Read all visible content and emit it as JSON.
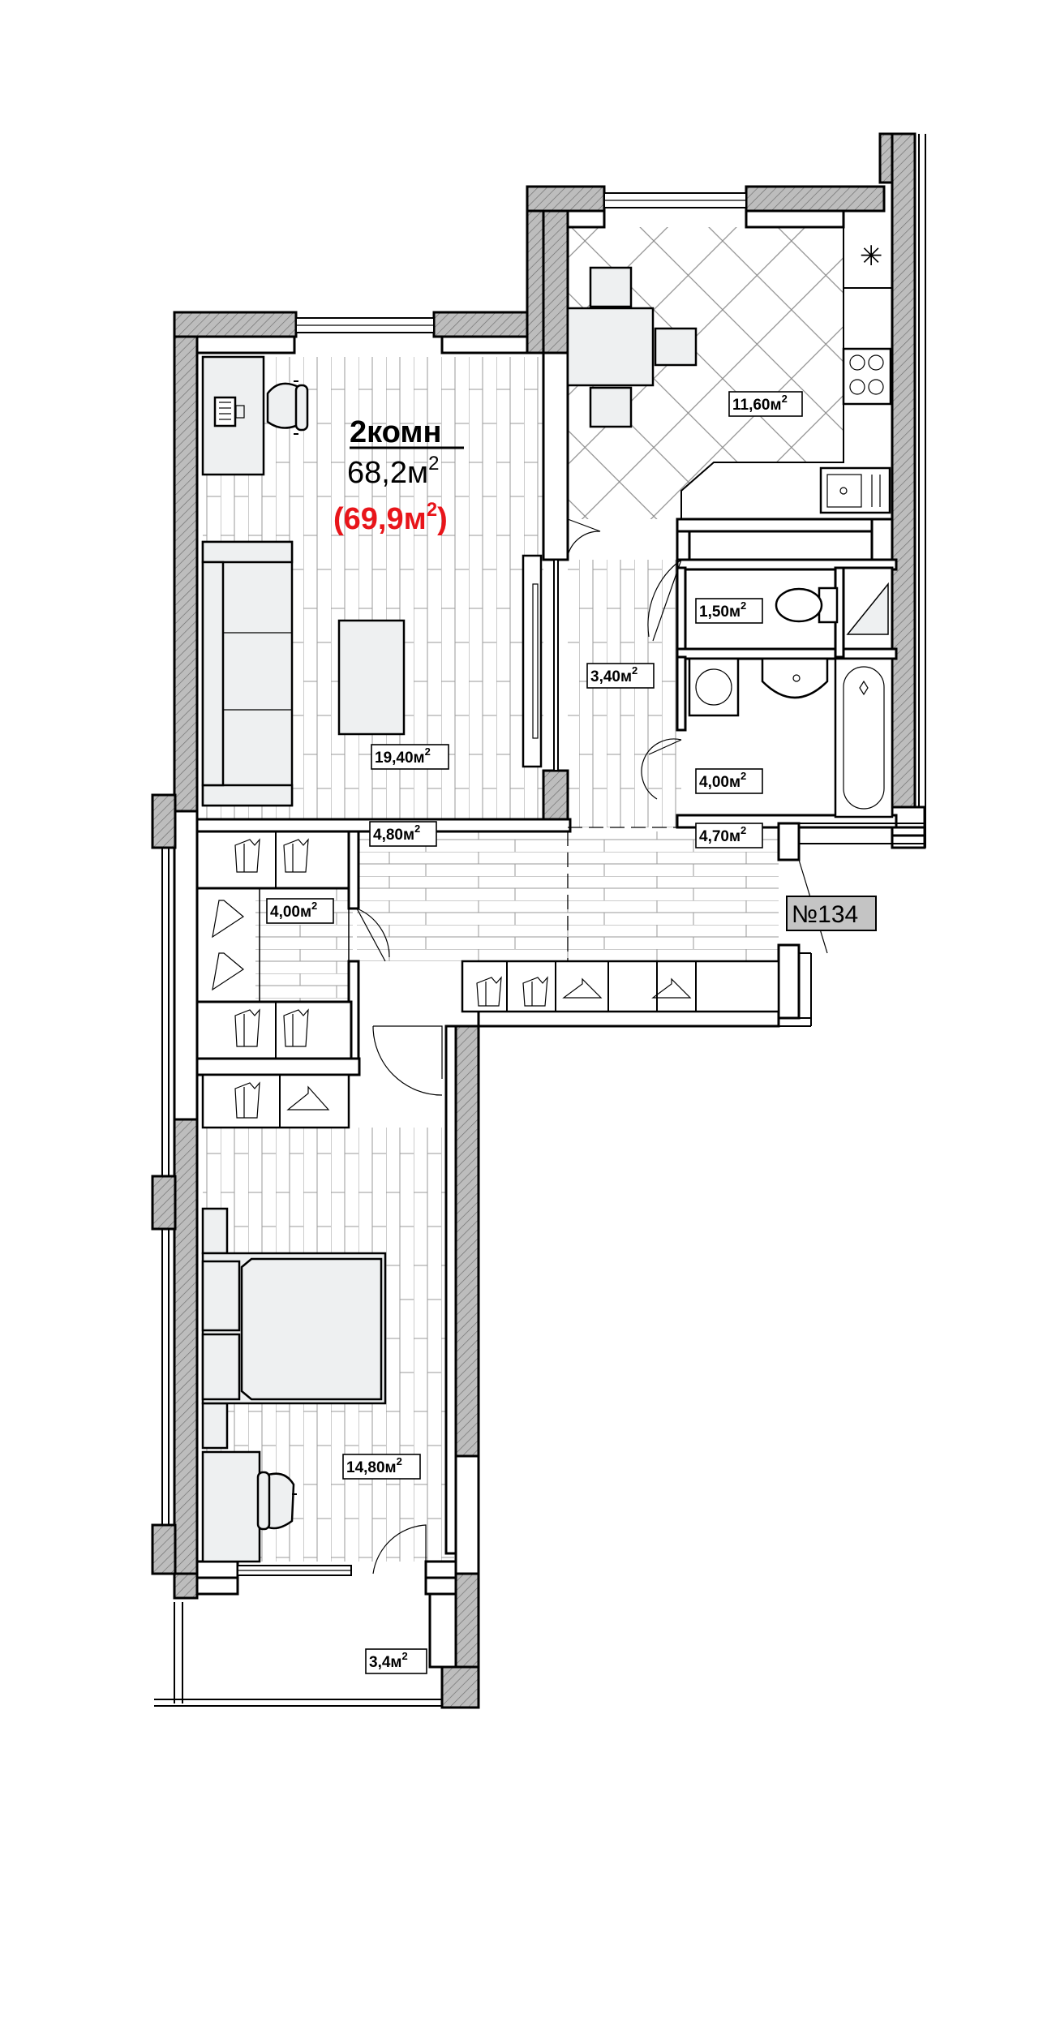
{
  "apartment": {
    "rooms_label": "2комн",
    "area_label": "68,2м",
    "area_sup": "2",
    "total_label": "(69,9м",
    "total_sup": "2",
    "total_close": ")",
    "number_label": "№134",
    "accent_color": "#e8151a"
  },
  "rooms": [
    {
      "id": "kitchen",
      "area": "11,60м",
      "sup": "2"
    },
    {
      "id": "wc",
      "area": "1,50м",
      "sup": "2"
    },
    {
      "id": "corridor-a",
      "area": "3,40м",
      "sup": "2"
    },
    {
      "id": "living",
      "area": "19,40м",
      "sup": "2"
    },
    {
      "id": "bathroom",
      "area": "4,00м",
      "sup": "2"
    },
    {
      "id": "hall-left",
      "area": "4,80м",
      "sup": "2"
    },
    {
      "id": "hall-right",
      "area": "4,70м",
      "sup": "2"
    },
    {
      "id": "wardrobe",
      "area": "4,00м",
      "sup": "2"
    },
    {
      "id": "bedroom",
      "area": "14,80м",
      "sup": "2"
    },
    {
      "id": "balcony",
      "area": "3,4м",
      "sup": "2"
    }
  ]
}
